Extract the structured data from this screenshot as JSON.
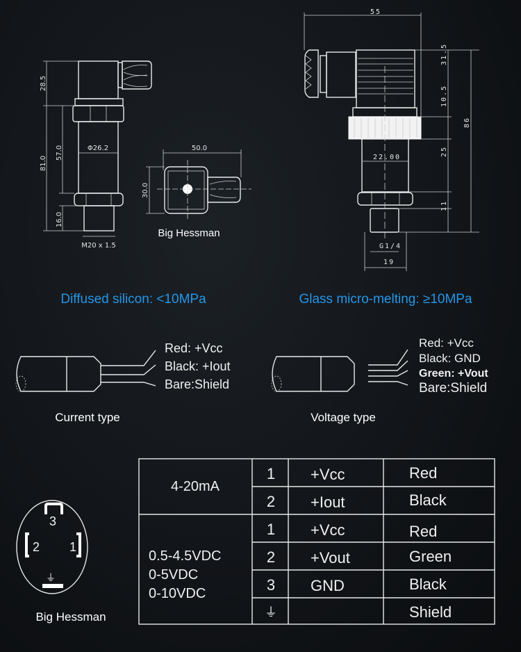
{
  "left_drawing": {
    "dims": {
      "top_height": "28.5",
      "total_height": "81.0",
      "body_height": "57.0",
      "thread_height": "16.0",
      "diameter": "Φ26.2",
      "thread": "M20 x 1.5"
    },
    "connector": {
      "width": "50.0",
      "height": "30.0",
      "caption": "Big Hessman"
    }
  },
  "right_drawing": {
    "dims": {
      "width": "55",
      "head": "31.5",
      "ring": "10.5",
      "total": "86",
      "body": "25",
      "thread_len": "11",
      "body_dia": "22.00",
      "thread": "G1/4",
      "hex": "19"
    }
  },
  "headings": {
    "left": "Diffused silicon: <10MPa",
    "right": "Glass micro-melting: ≥10MPa"
  },
  "wiring": {
    "current": {
      "caption": "Current type",
      "wires": [
        "Red: +Vcc",
        "Black: +Iout",
        "Bare:Shield"
      ]
    },
    "voltage": {
      "caption": "Voltage type",
      "wires": [
        "Red: +Vcc",
        "Black: GND",
        "Green: +Vout",
        "Bare:Shield"
      ]
    }
  },
  "pinout": {
    "caption": "Big Hessman",
    "pins": [
      "3",
      "2",
      "1"
    ],
    "ground_symbol": "⏚"
  },
  "table": {
    "groups": [
      {
        "signal": [
          "4-20mA"
        ],
        "rows": [
          [
            "1",
            "+Vcc",
            "Red"
          ],
          [
            "2",
            "+Iout",
            "Black"
          ]
        ]
      },
      {
        "signal": [
          "0.5-4.5VDC",
          "0-5VDC",
          "0-10VDC"
        ],
        "rows": [
          [
            "1",
            "+Vcc",
            "Red"
          ],
          [
            "2",
            "+Vout",
            "Green"
          ],
          [
            "3",
            "GND",
            "Black"
          ],
          [
            "⏚",
            "",
            "Shield"
          ]
        ]
      }
    ]
  }
}
